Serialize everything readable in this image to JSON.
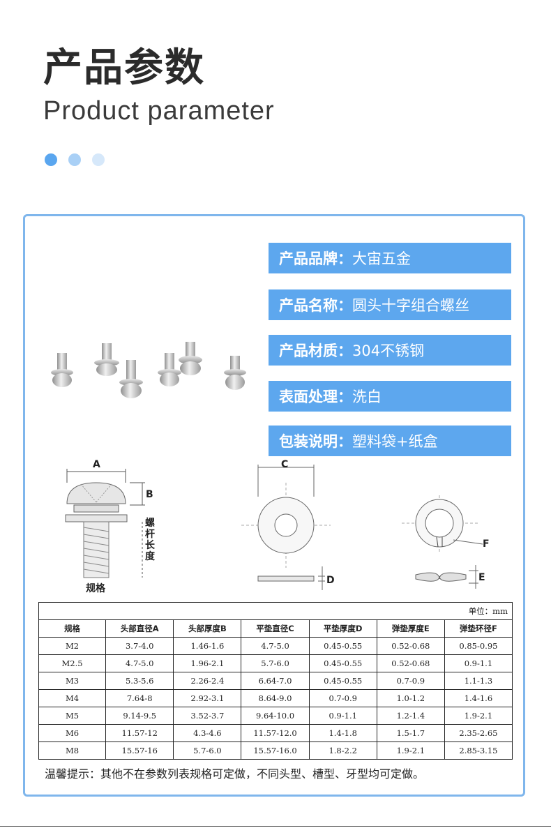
{
  "header": {
    "title_cn": "产品参数",
    "title_en": "Product parameter"
  },
  "specs": [
    {
      "key": "产品品牌：",
      "value": "大宙五金"
    },
    {
      "key": "产品名称：",
      "value": "圆头十字组合螺丝"
    },
    {
      "key": "产品材质：",
      "value": "304不锈钢"
    },
    {
      "key": "表面处理：",
      "value": "洗白"
    },
    {
      "key": "包装说明：",
      "value": "塑料袋+纸盒"
    }
  ],
  "diagram": {
    "label_a": "A",
    "label_b": "B",
    "label_c": "C",
    "label_d": "D",
    "label_e": "E",
    "label_f": "F",
    "screw_length": "螺杆长度",
    "spec_label": "规格"
  },
  "table": {
    "unit": "单位：mm",
    "headers": [
      "规格",
      "头部直径A",
      "头部厚度B",
      "平垫直径C",
      "平垫厚度D",
      "弹垫厚度E",
      "弹垫环径F"
    ],
    "rows": [
      [
        "M2",
        "3.7-4.0",
        "1.46-1.6",
        "4.7-5.0",
        "0.45-0.55",
        "0.52-0.68",
        "0.85-0.95"
      ],
      [
        "M2.5",
        "4.7-5.0",
        "1.96-2.1",
        "5.7-6.0",
        "0.45-0.55",
        "0.52-0.68",
        "0.9-1.1"
      ],
      [
        "M3",
        "5.3-5.6",
        "2.26-2.4",
        "6.64-7.0",
        "0.45-0.55",
        "0.7-0.9",
        "1.1-1.3"
      ],
      [
        "M4",
        "7.64-8",
        "2.92-3.1",
        "8.64-9.0",
        "0.7-0.9",
        "1.0-1.2",
        "1.4-1.6"
      ],
      [
        "M5",
        "9.14-9.5",
        "3.52-3.7",
        "9.64-10.0",
        "0.9-1.1",
        "1.2-1.4",
        "1.9-2.1"
      ],
      [
        "M6",
        "11.57-12",
        "4.3-4.6",
        "11.57-12.0",
        "1.4-1.8",
        "1.5-1.7",
        "2.35-2.65"
      ],
      [
        "M8",
        "15.57-16",
        "5.7-6.0",
        "15.57-16.0",
        "1.8-2.2",
        "1.9-2.1",
        "2.85-3.15"
      ]
    ]
  },
  "note": "温馨提示：其他不在参数列表规格可定做，不同头型、槽型、牙型均可定做。",
  "colors": {
    "accent": "#5da7ee",
    "border": "#7fb6ec"
  }
}
